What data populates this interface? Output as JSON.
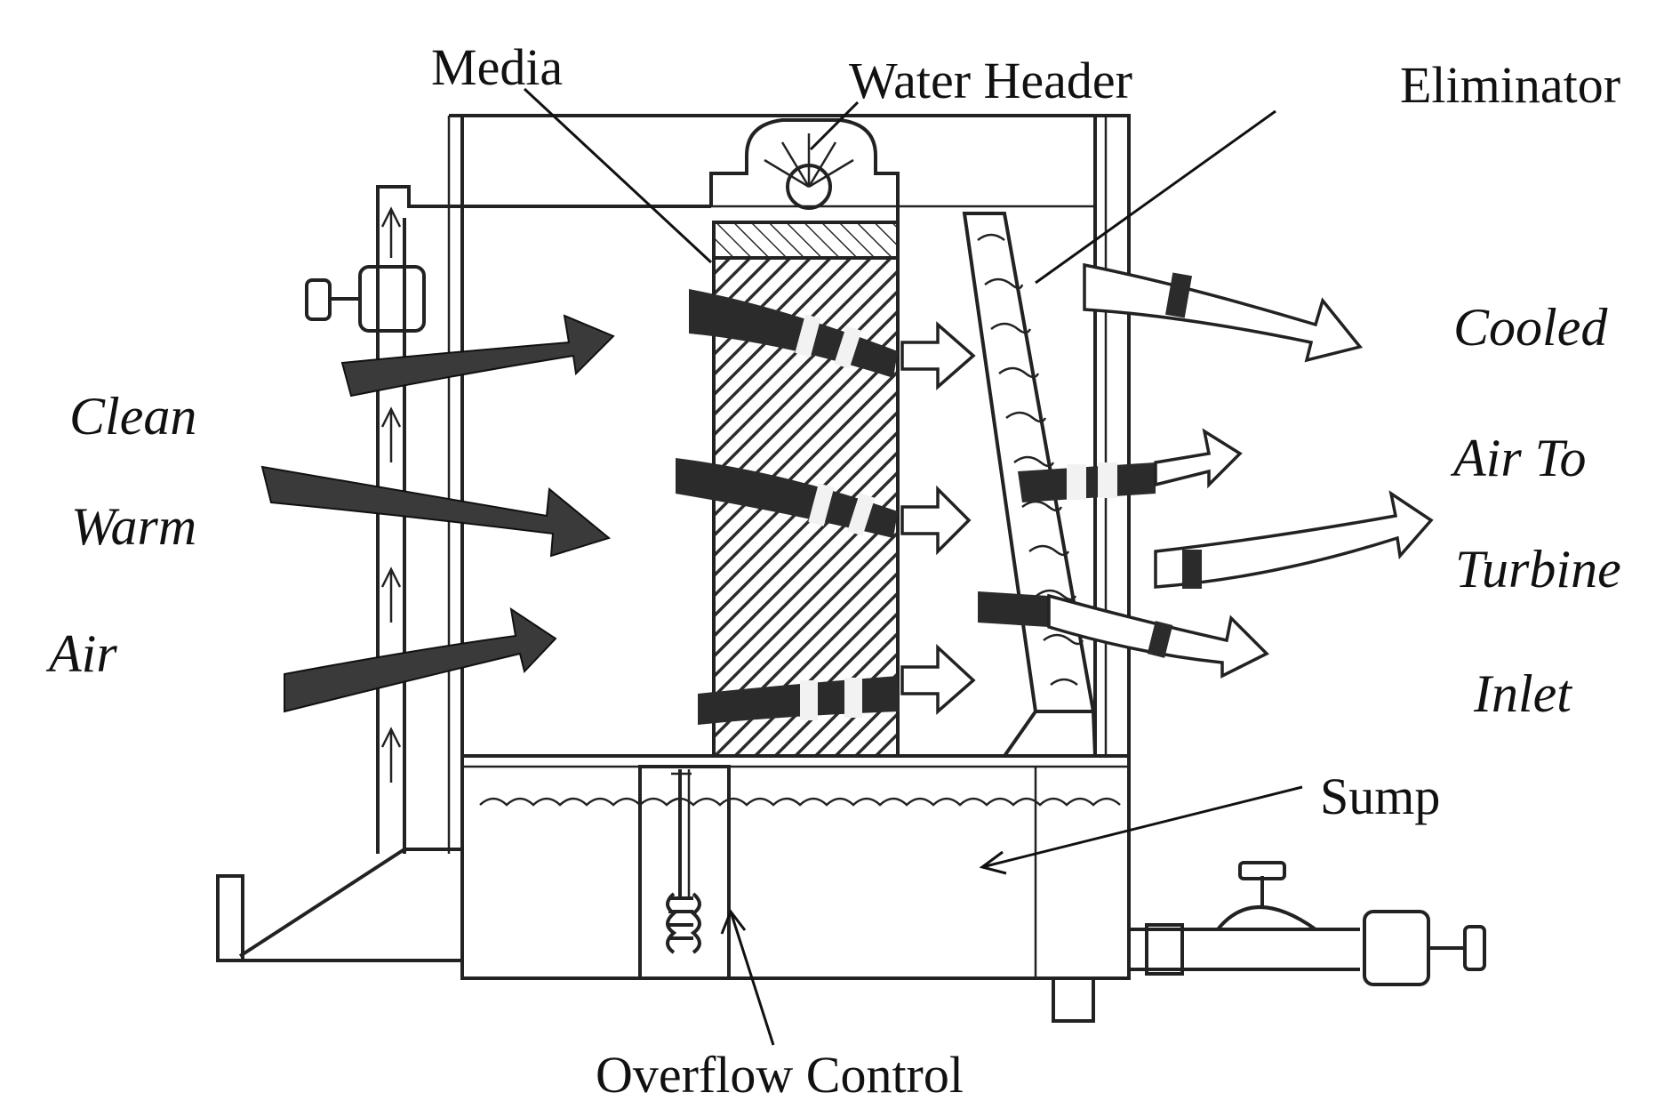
{
  "labels": {
    "media": "Media",
    "water_header": "Water Header",
    "eliminator": "Eliminator",
    "clean": "Clean",
    "warm": "Warm",
    "air": "Air",
    "cooled": "Cooled",
    "air_to": "Air To",
    "turbine": "Turbine",
    "inlet": "Inlet",
    "sump": "Sump",
    "overflow_control": "Overflow Control"
  },
  "colors": {
    "ink": "#111111",
    "dark_arrow": "#3a3a3a",
    "media_hatch": "#2b2b2b"
  }
}
